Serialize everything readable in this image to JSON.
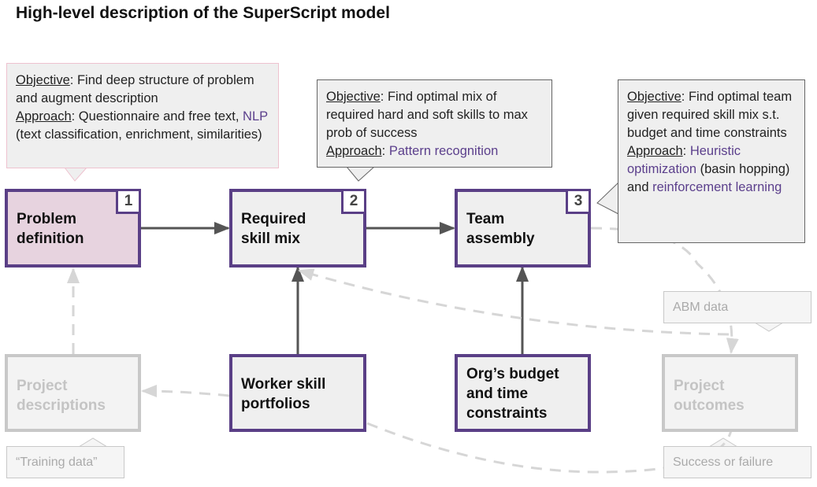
{
  "title": "High-level description of the SuperScript model",
  "callouts": {
    "problem": {
      "objective_label": "Objective",
      "objective_text": ": Find deep structure of problem and augment description",
      "approach_label": "Approach",
      "approach_text": ": Questionnaire and free text, ",
      "approach_highlight": "NLP",
      "approach_tail": " (text classification, enrichment, similarities)"
    },
    "skills": {
      "objective_label": "Objective",
      "objective_text": ": Find optimal mix of required hard and soft skills to max prob of success",
      "approach_label": "Approach",
      "approach_text": ": ",
      "approach_highlight": "Pattern recognition"
    },
    "team": {
      "objective_label": "Objective",
      "objective_text": ": Find optimal team given required skill mix s.t. budget and time constraints",
      "approach_label": "Approach",
      "approach_text": ": ",
      "approach_highlight": "Heuristic optimization",
      "approach_mid": " (basin hopping) and ",
      "approach_highlight2": "reinforcement learning"
    }
  },
  "boxes": {
    "problem_definition": {
      "label_line1": "Problem",
      "label_line2": "definition",
      "number": "1"
    },
    "required_skill_mix": {
      "label_line1": "Required",
      "label_line2": "skill mix",
      "number": "2"
    },
    "team_assembly": {
      "label_line1": "Team",
      "label_line2": "assembly",
      "number": "3"
    },
    "project_descriptions": {
      "label_line1": "Project",
      "label_line2": "descriptions"
    },
    "worker_skill_portfolios": {
      "label_line1": "Worker skill",
      "label_line2": "portfolios"
    },
    "org_budget": {
      "label_line1": "Org’s budget",
      "label_line2": "and time",
      "label_line3": "constraints"
    },
    "project_outcomes": {
      "label_line1": "Project",
      "label_line2": "outcomes"
    }
  },
  "tags": {
    "abm_data": "ABM data",
    "training_data": "“Training data”",
    "success_failure": "Success or failure"
  },
  "colors": {
    "accent_purple": "#5a3f86",
    "problem_fill": "#e7d3df",
    "arrow_dark": "#555555",
    "arrow_muted": "#d6d6d6"
  }
}
